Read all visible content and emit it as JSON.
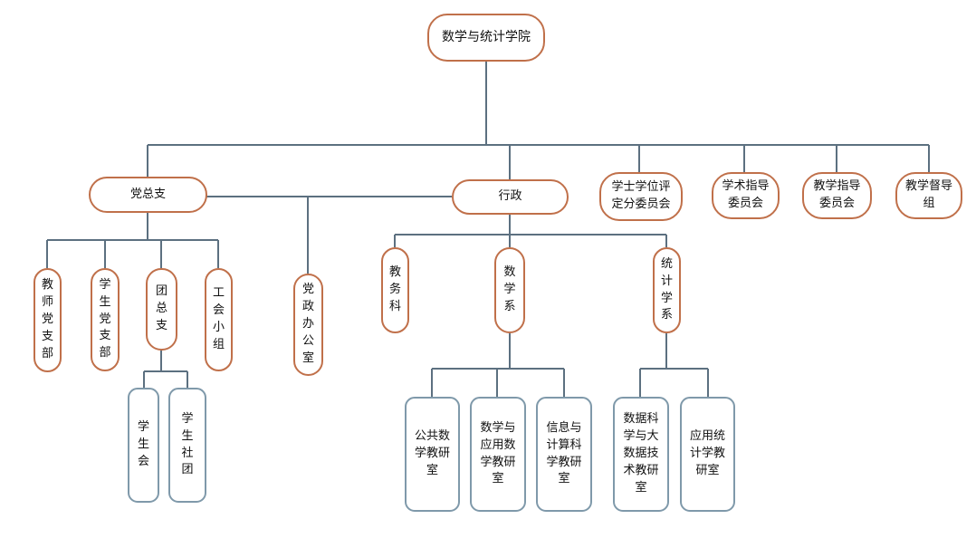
{
  "colors": {
    "line": "#5c7080",
    "orange_border": "#c0704a",
    "blue_border": "#7f99aa"
  },
  "root": "数学与统计学院",
  "party_branch": "党总支",
  "administration": "行政",
  "committees": [
    "学士学位评定分委员会",
    "学术指导委员会",
    "教学指导委员会",
    "教学督导组"
  ],
  "party_children": [
    "教师党支部",
    "学生党支部",
    "团总支",
    "工会小组"
  ],
  "league_children": [
    "学生会",
    "学生社团"
  ],
  "party_office": "党政办公室",
  "admin_children": [
    "教务科",
    "数学系",
    "统计学系"
  ],
  "math_dept_sections": [
    "公共数学教研室",
    "数学与应用数学教研室",
    "信息与计算科学教研室"
  ],
  "stat_dept_sections": [
    "数据科学与大数据技术教研室",
    "应用统计学教研室"
  ]
}
